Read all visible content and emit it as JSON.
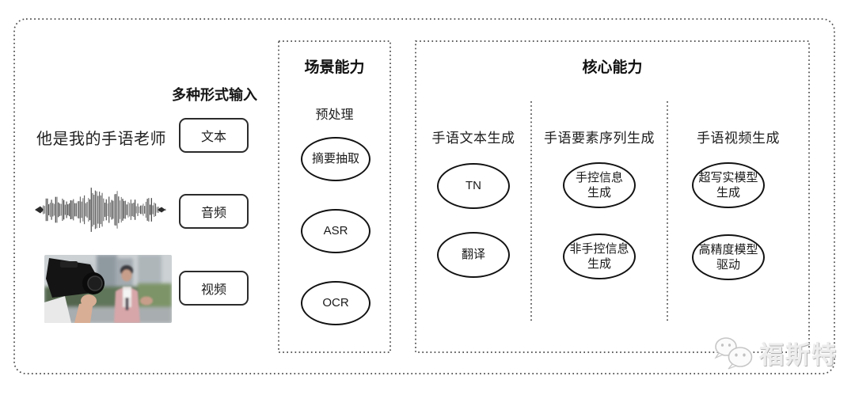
{
  "palette": {
    "ink": "#1f1f1f",
    "dotted_border": "#4a4a4a",
    "node_stroke": "#121212",
    "watermark_gray": "#c9c9c9"
  },
  "input_section": {
    "label": "多种形式输入",
    "sentence": "他是我的手语老师",
    "modalities": [
      {
        "label": "文本"
      },
      {
        "label": "音频"
      },
      {
        "label": "视频"
      }
    ]
  },
  "scene_box": {
    "title": "场景能力",
    "subtitle": "预处理",
    "nodes": [
      "摘要抽取",
      "ASR",
      "OCR"
    ]
  },
  "core_box": {
    "title": "核心能力",
    "columns": [
      {
        "header": "手语文本生成",
        "nodes": [
          "TN",
          "翻译"
        ]
      },
      {
        "header": "手语要素序列生成",
        "nodes": [
          "手控信息\n生成",
          "非手控信息\n生成"
        ]
      },
      {
        "header": "手语视频生成",
        "nodes": [
          "超写实模型\n生成",
          "高精度模型\n驱动"
        ]
      }
    ]
  },
  "watermark": {
    "text": "福斯特",
    "icon": "wechat-icon"
  }
}
